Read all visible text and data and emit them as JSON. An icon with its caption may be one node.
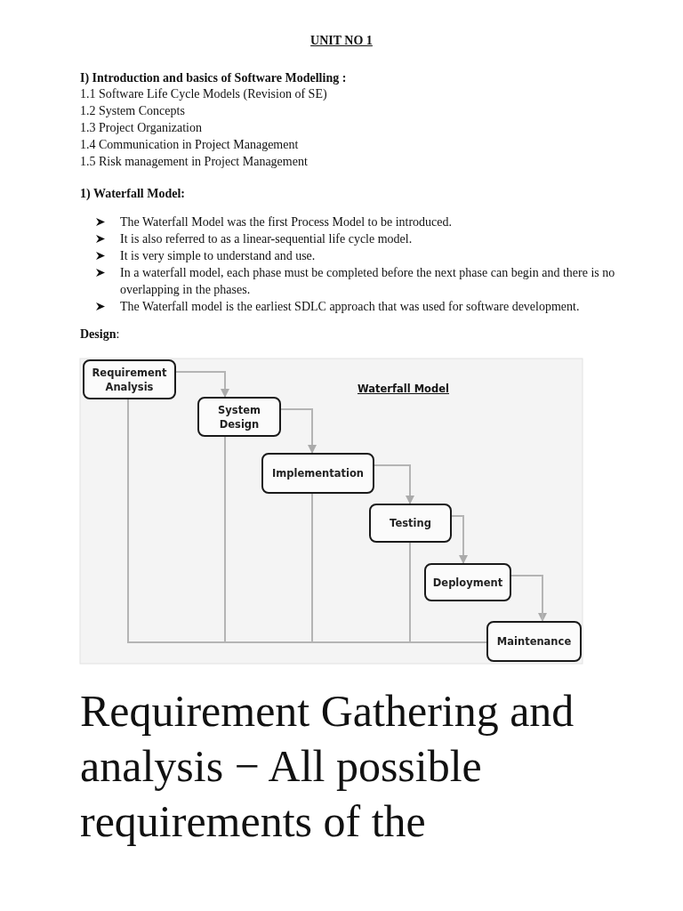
{
  "diagram": {
    "title": "UNIT NO 1",
    "nodes": [
      {
        "text": [
          "Requirement Analysis"
        ]
      },
      {
        "text": [
          "System Design"
        ]
      },
      {
        "text": [
          "Implementation"
        ]
      },
      {
        "text": [
          "Testing"
        ]
      },
      {
        "text": [
          "Deployment"
        ]
      },
      {
        "text": [
          "Maintenance"
        ]
      }
    ],
    "edges": [
      {
        "from": 0,
        "to": 1,
        "arrow": "to"
      },
      {
        "from": 1,
        "to": 2,
        "arrow": "to"
      },
      {
        "from": 2,
        "to": 3,
        "arrow": "to"
      },
      {
        "from": 3,
        "to": 4,
        "arrow": "to"
      },
      {
        "from": 4,
        "to": 5,
        "arrow": "to"
      },
      {
        "from": 0,
        "to": 5,
        "arrow": "none"
      },
      {
        "from": 1,
        "to": 5,
        "arrow": "none"
      },
      {
        "from": 2,
        "to": 5,
        "arrow": "none"
      },
      {
        "from": 3,
        "to": 5,
        "arrow": "none"
      },
      {
        "from": 4,
        "to": 5,
        "arrow": "none"
      }
    ],
    "labels": [
      "I) Introduction and basics of Software Modelling :",
      "1.1 Software Life Cycle Models (Revision of SE)",
      "1.2 System Concepts",
      "1.3 Project Organization",
      "1.4 Communication in Project Management",
      "1.5 Risk management in Project Management",
      "1) Waterfall Model:",
      "The Waterfall Model was the first Process Model to be introduced.",
      "It is also referred to as a linear-sequential life cycle model.",
      "It is very simple to understand and use.",
      "In a waterfall model, each phase must be completed before the next phase can begin and there is no overlapping in the phases.",
      "The Waterfall model is the earliest SDLC approach that was used for software development.",
      "**Design**:",
      "Waterfall Model",
      "Requirement Gathering and analysis − All possible requirements of the"
    ]
  }
}
